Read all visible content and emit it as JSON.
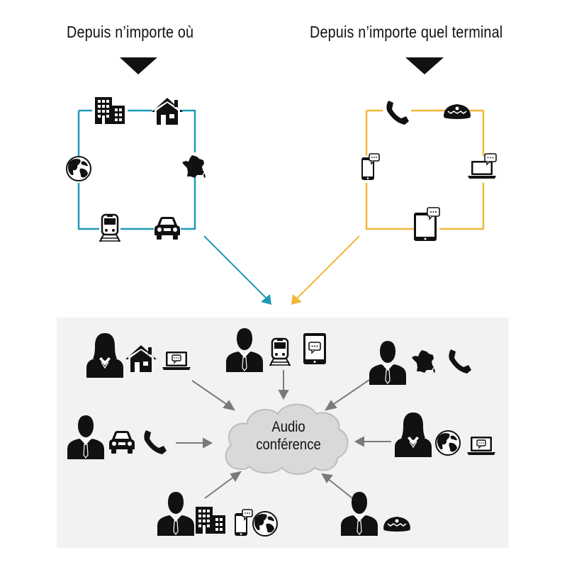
{
  "headings": {
    "left": "Depuis n’importe où",
    "right": "Depuis n’importe quel terminal"
  },
  "center": {
    "line1": "Audio",
    "line2": "conférence"
  },
  "colors": {
    "location_loop": "#1f9bb3",
    "device_loop": "#f3b63a",
    "panel_bg": "#f2f2f2",
    "cloud_fill": "#d9d9d9",
    "cloud_stroke": "#bdbdbd",
    "arrow": "#7a7a7a",
    "icon": "#111111"
  },
  "location_icons": [
    "building-icon",
    "house-icon",
    "globe-icon",
    "france-map-icon",
    "train-icon",
    "car-icon"
  ],
  "device_icons": [
    "phone-handset-icon",
    "conference-phone-icon",
    "smartphone-icon",
    "laptop-icon",
    "tablet-icon"
  ],
  "participants": [
    {
      "person": "woman",
      "icons": [
        "house-icon",
        "laptop-icon"
      ]
    },
    {
      "person": "man",
      "icons": [
        "train-icon",
        "tablet-icon"
      ]
    },
    {
      "person": "man",
      "icons": [
        "france-map-icon",
        "phone-handset-icon"
      ]
    },
    {
      "person": "man",
      "icons": [
        "car-icon",
        "phone-handset-icon"
      ]
    },
    {
      "person": "woman",
      "icons": [
        "globe-icon",
        "laptop-icon"
      ]
    },
    {
      "person": "man",
      "icons": [
        "building-icon",
        "smartphone-icon",
        "globe-icon"
      ]
    },
    {
      "person": "man",
      "icons": [
        "conference-phone-icon"
      ]
    }
  ]
}
